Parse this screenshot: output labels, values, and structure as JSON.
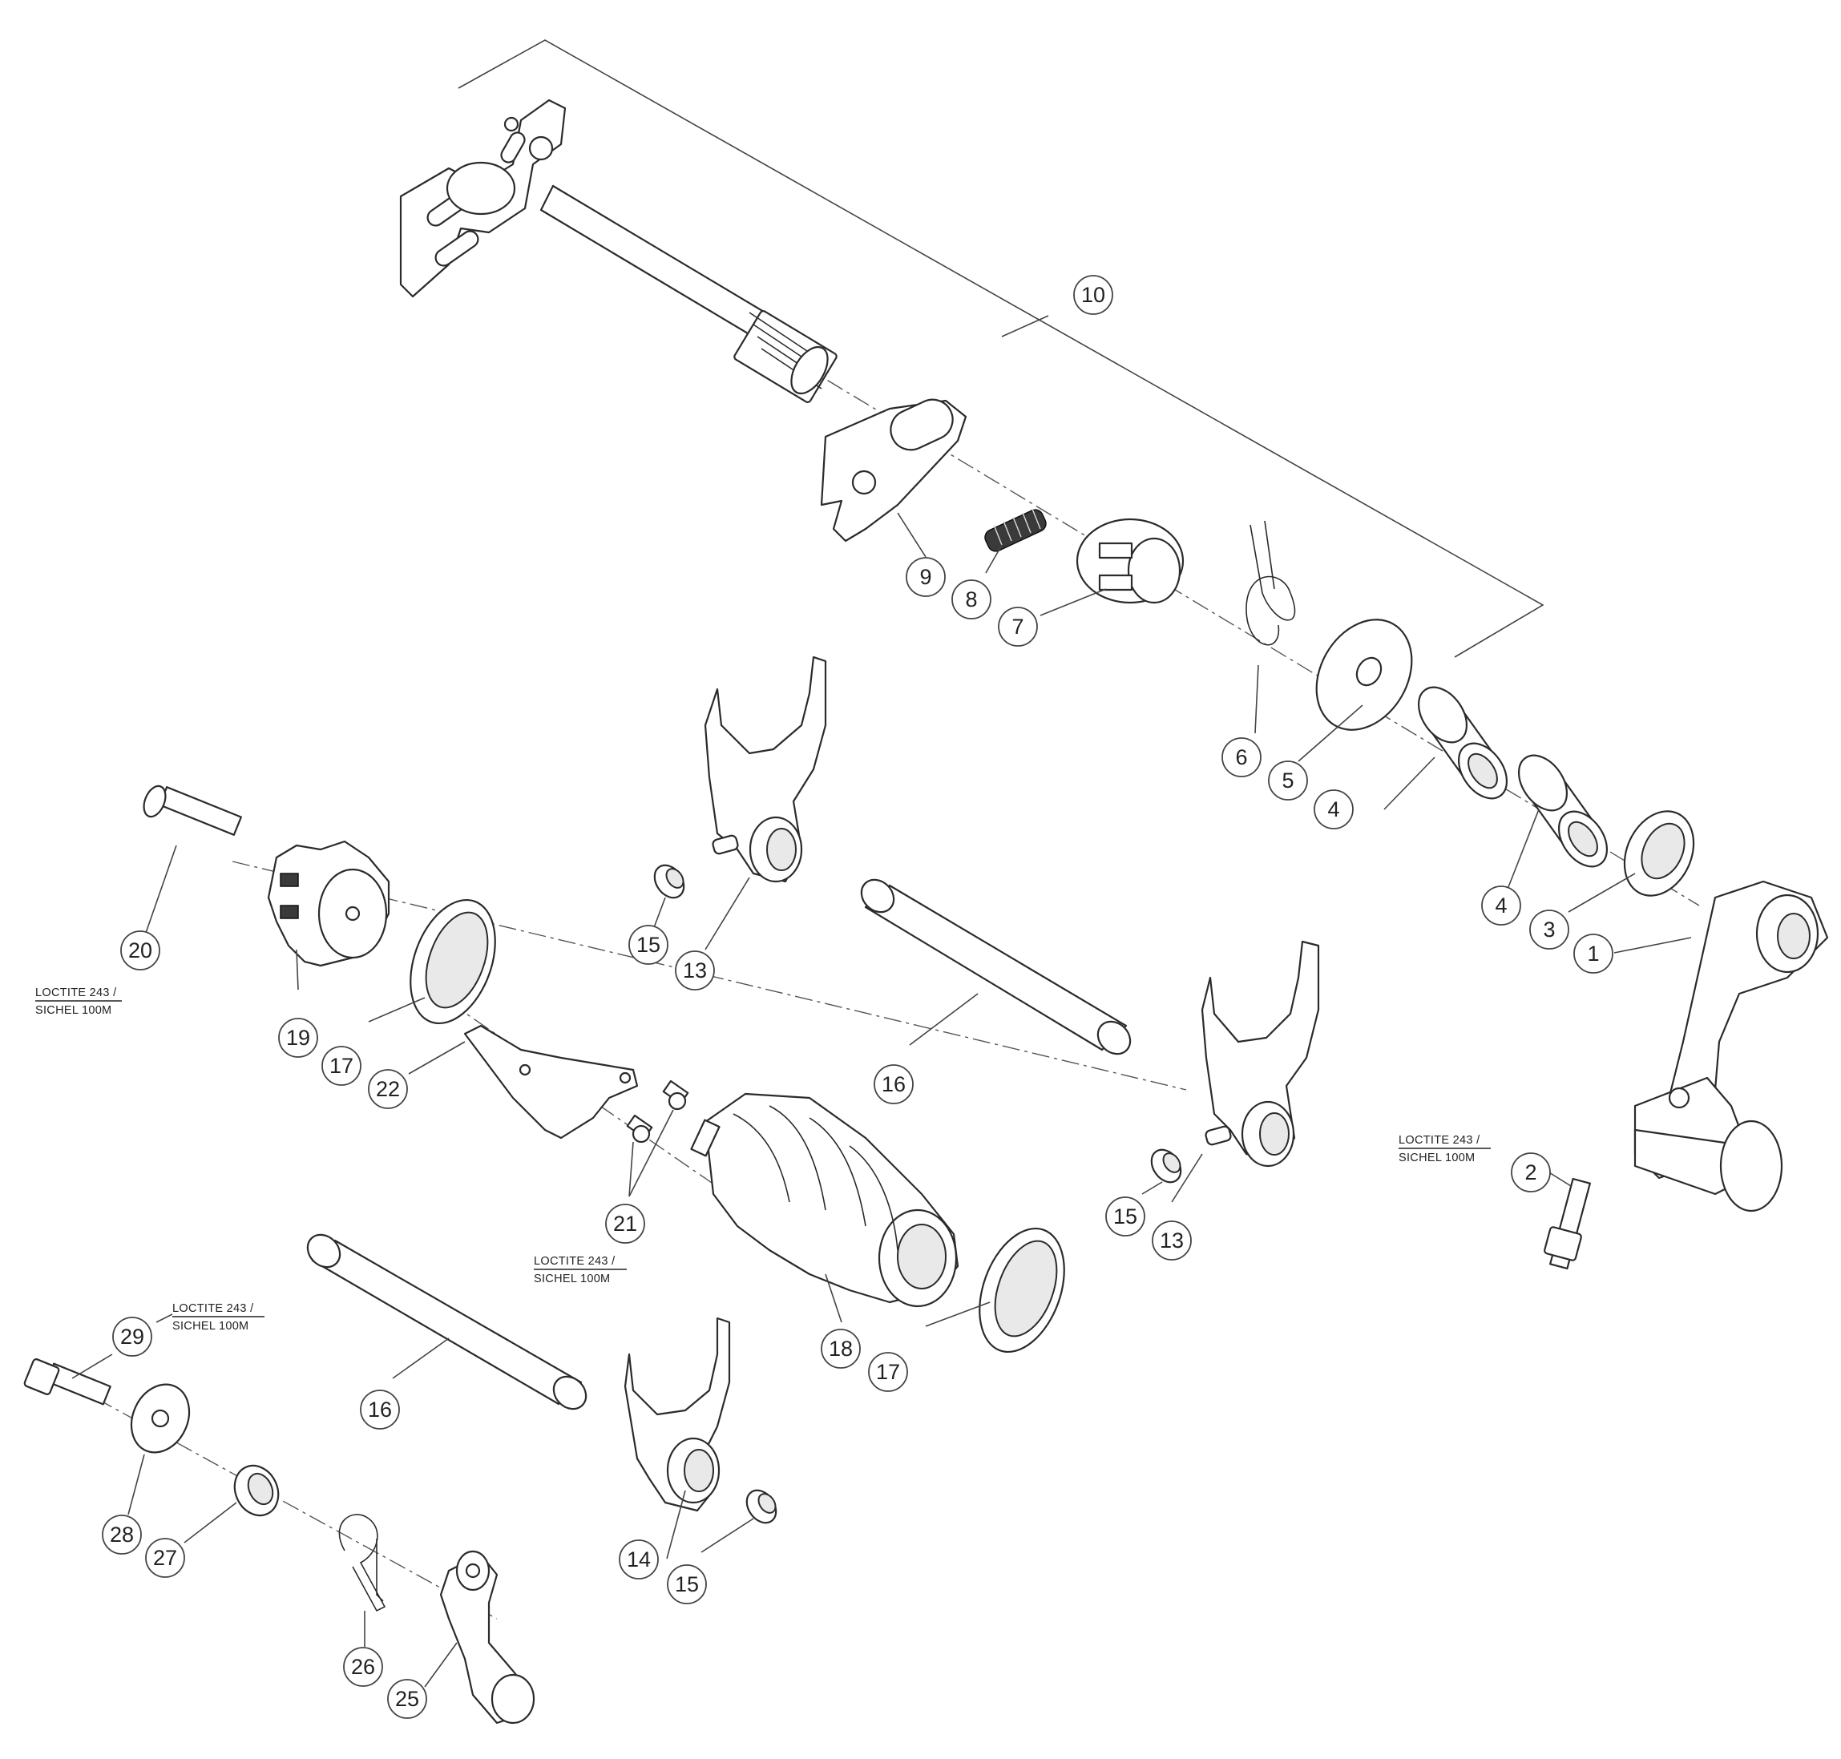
{
  "callouts": [
    {
      "id": "c1",
      "label": "1"
    },
    {
      "id": "c2",
      "label": "2"
    },
    {
      "id": "c3",
      "label": "3"
    },
    {
      "id": "c4a",
      "label": "4"
    },
    {
      "id": "c4b",
      "label": "4"
    },
    {
      "id": "c5",
      "label": "5"
    },
    {
      "id": "c6",
      "label": "6"
    },
    {
      "id": "c7",
      "label": "7"
    },
    {
      "id": "c8",
      "label": "8"
    },
    {
      "id": "c9",
      "label": "9"
    },
    {
      "id": "c10",
      "label": "10"
    },
    {
      "id": "c13a",
      "label": "13"
    },
    {
      "id": "c13b",
      "label": "13"
    },
    {
      "id": "c14",
      "label": "14"
    },
    {
      "id": "c15a",
      "label": "15"
    },
    {
      "id": "c15b",
      "label": "15"
    },
    {
      "id": "c15c",
      "label": "15"
    },
    {
      "id": "c16a",
      "label": "16"
    },
    {
      "id": "c16b",
      "label": "16"
    },
    {
      "id": "c17a",
      "label": "17"
    },
    {
      "id": "c17b",
      "label": "17"
    },
    {
      "id": "c18",
      "label": "18"
    },
    {
      "id": "c19",
      "label": "19"
    },
    {
      "id": "c20",
      "label": "20"
    },
    {
      "id": "c21",
      "label": "21"
    },
    {
      "id": "c22",
      "label": "22"
    },
    {
      "id": "c25",
      "label": "25"
    },
    {
      "id": "c26",
      "label": "26"
    },
    {
      "id": "c27",
      "label": "27"
    },
    {
      "id": "c28",
      "label": "28"
    },
    {
      "id": "c29",
      "label": "29"
    }
  ],
  "notes": {
    "n20": {
      "line1": "LOCTITE 243 /",
      "line2": "SICHEL 100M"
    },
    "n21": {
      "line1": "LOCTITE 243 /",
      "line2": "SICHEL 100M"
    },
    "n29": {
      "line1": "LOCTITE 243 /",
      "line2": "SICHEL 100M"
    },
    "n2": {
      "line1": "LOCTITE 243 /",
      "line2": "SICHEL 100M"
    }
  }
}
